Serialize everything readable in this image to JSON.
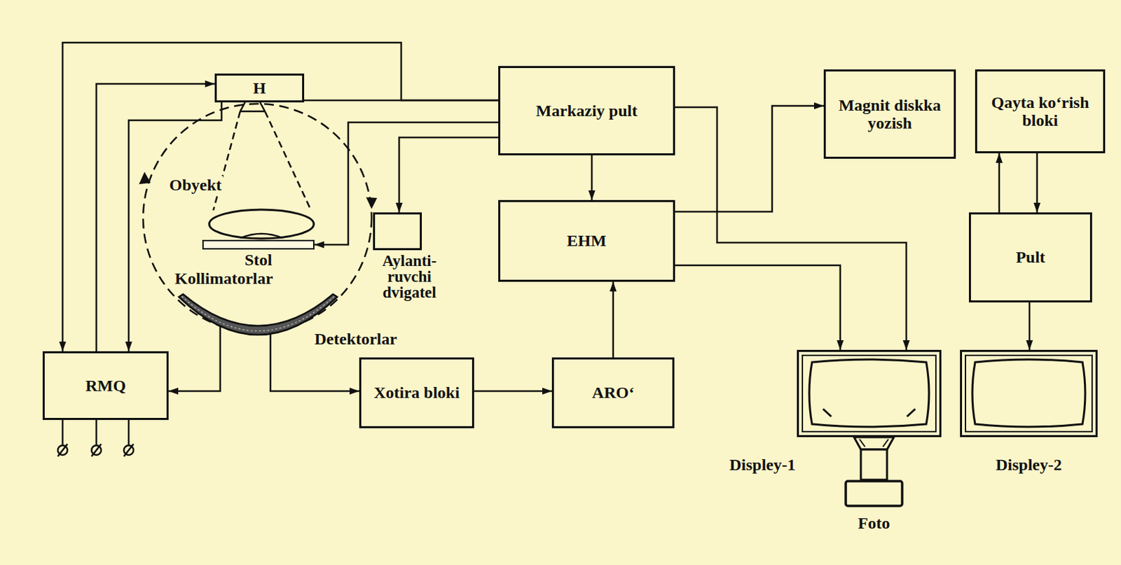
{
  "diagram": {
    "nodes": [
      {
        "text": [
          "H"
        ]
      },
      {
        "text": [
          "Markaziy pult"
        ]
      },
      {
        "text": [
          "Magnit diskka yozish"
        ]
      },
      {
        "text": [
          "Qayta ko‘rish bloki"
        ]
      },
      {
        "text": [
          "EHM"
        ]
      },
      {
        "text": [
          "Pult"
        ]
      },
      {
        "text": [
          "Stol"
        ]
      },
      {
        "text": [
          "Aylanti- ruvchi dvigatel"
        ]
      },
      {
        "text": [
          "Detektorlar"
        ]
      },
      {
        "text": [
          "RMQ"
        ]
      },
      {
        "text": [
          "Xotira bloki"
        ]
      },
      {
        "text": [
          "ARO‘"
        ]
      },
      {
        "text": [
          "Displey-1"
        ]
      },
      {
        "text": [
          "Displey-2"
        ]
      },
      {
        "text": [
          "Foto"
        ]
      }
    ],
    "edges": [
      {
        "from": 9,
        "to": 0,
        "arrow": "to"
      },
      {
        "from": 0,
        "to": 9,
        "arrow": "to"
      },
      {
        "from": 1,
        "to": 9,
        "arrow": "to"
      },
      {
        "from": 1,
        "to": 0,
        "arrow": "none"
      },
      {
        "from": 1,
        "to": 6,
        "arrow": "to"
      },
      {
        "from": 1,
        "to": 7,
        "arrow": "to"
      },
      {
        "from": 8,
        "to": 9,
        "arrow": "to"
      },
      {
        "from": 8,
        "to": 10,
        "arrow": "to"
      },
      {
        "from": 10,
        "to": 11,
        "arrow": "to"
      },
      {
        "from": 11,
        "to": 4,
        "arrow": "to"
      },
      {
        "from": 1,
        "to": 4,
        "arrow": "to"
      },
      {
        "from": 4,
        "to": 2,
        "arrow": "to"
      },
      {
        "from": 4,
        "to": 12,
        "arrow": "to"
      },
      {
        "from": 1,
        "to": 12,
        "arrow": "to"
      },
      {
        "from": 5,
        "to": 3,
        "arrow": "to"
      },
      {
        "from": 3,
        "to": 5,
        "arrow": "to"
      },
      {
        "from": 5,
        "to": 13,
        "arrow": "to"
      }
    ],
    "labels": [
      "Obyekt",
      "Kollimatorlar"
    ]
  }
}
